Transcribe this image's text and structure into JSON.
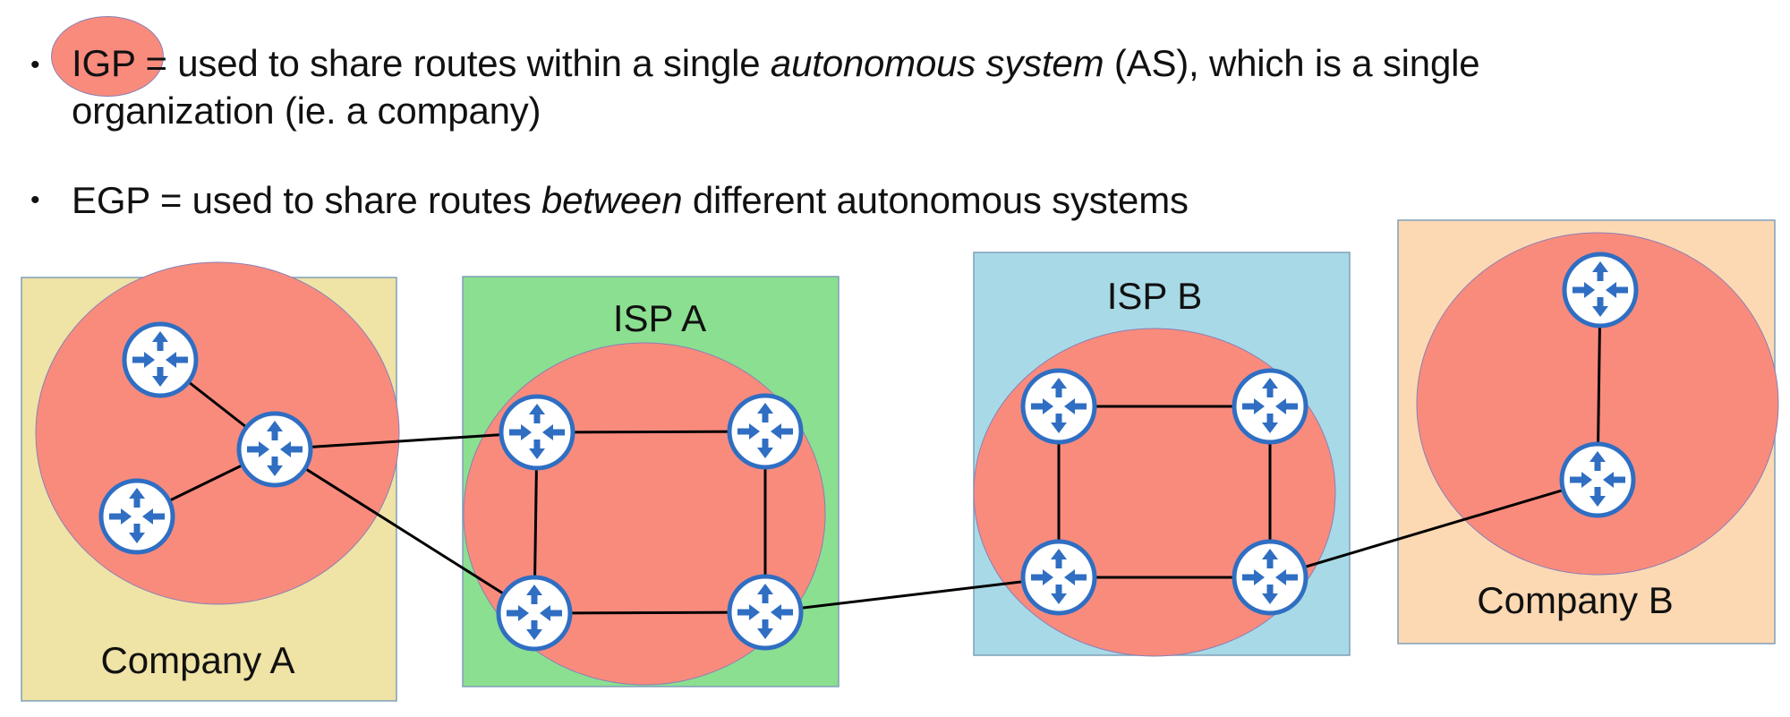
{
  "slide": {
    "bullets": [
      {
        "term": "IGP",
        "parts": [
          {
            "text": " = used to share routes within a single ",
            "italic": false
          },
          {
            "text": "autonomous system",
            "italic": true
          },
          {
            "text": " (AS), which is a single",
            "italic": false
          }
        ],
        "continuation": "organization (ie. a company)",
        "highlighted": true
      },
      {
        "term": "EGP",
        "parts": [
          {
            "text": " = used to share routes ",
            "italic": false
          },
          {
            "text": "between",
            "italic": true
          },
          {
            "text": " different autonomous systems",
            "italic": false
          }
        ],
        "highlighted": false
      }
    ],
    "bullet_glyph": "•"
  },
  "diagram": {
    "colors": {
      "as_circle": "#f98b7d",
      "router_stroke": "#2f6ec2",
      "router_fill": "#ffffff",
      "link": "#000000",
      "box_border": "#7f9fb8"
    },
    "groups": [
      {
        "id": "company-a",
        "label": "Company A",
        "fill": "#efe3a6",
        "routers": [
          "a1",
          "a2",
          "a3"
        ]
      },
      {
        "id": "isp-a",
        "label": "ISP A",
        "fill": "#8bdf90",
        "routers": [
          "ia1",
          "ia2",
          "ia3",
          "ia4"
        ]
      },
      {
        "id": "isp-b",
        "label": "ISP B",
        "fill": "#a8d9e6",
        "routers": [
          "ib1",
          "ib2",
          "ib3",
          "ib4"
        ]
      },
      {
        "id": "company-b",
        "label": "Company B",
        "fill": "#fdd9b3",
        "routers": [
          "b1",
          "b2"
        ]
      }
    ],
    "router_icon": "router-icon",
    "links": [
      {
        "from": "a1",
        "to": "a2",
        "type": "internal"
      },
      {
        "from": "a3",
        "to": "a2",
        "type": "internal"
      },
      {
        "from": "a2",
        "to": "ia1",
        "type": "external"
      },
      {
        "from": "a2",
        "to": "ia3",
        "type": "external"
      },
      {
        "from": "ia1",
        "to": "ia2",
        "type": "internal"
      },
      {
        "from": "ia1",
        "to": "ia3",
        "type": "internal"
      },
      {
        "from": "ia2",
        "to": "ia4",
        "type": "internal"
      },
      {
        "from": "ia3",
        "to": "ia4",
        "type": "internal"
      },
      {
        "from": "ia4",
        "to": "ib3",
        "type": "external"
      },
      {
        "from": "ib1",
        "to": "ib2",
        "type": "internal"
      },
      {
        "from": "ib1",
        "to": "ib3",
        "type": "internal"
      },
      {
        "from": "ib2",
        "to": "ib4",
        "type": "internal"
      },
      {
        "from": "ib3",
        "to": "ib4",
        "type": "internal"
      },
      {
        "from": "ib4",
        "to": "b2",
        "type": "external"
      },
      {
        "from": "b1",
        "to": "b2",
        "type": "internal"
      }
    ]
  }
}
